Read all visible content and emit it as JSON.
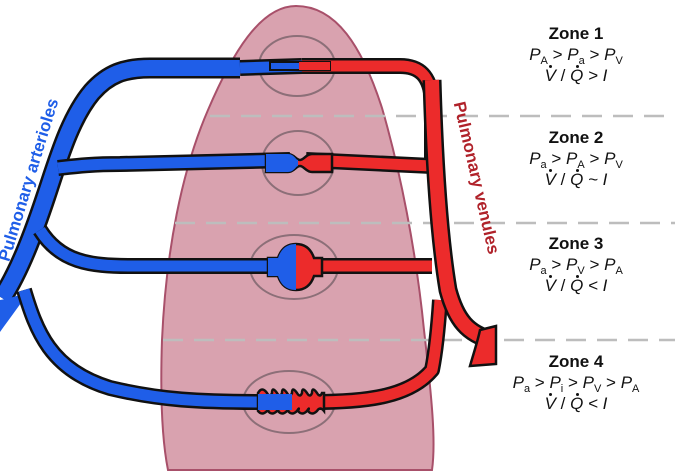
{
  "labels": {
    "arterioles": "Pulmonary arterioles",
    "venules": "Pulmonary venules"
  },
  "zones": [
    {
      "title": "Zone 1",
      "pressure": [
        [
          "P",
          "A"
        ],
        [
          ">"
        ],
        [
          "P",
          "a"
        ],
        [
          ">"
        ],
        [
          "P",
          "V"
        ]
      ],
      "vq": {
        "v": "V",
        "q": "Q",
        "rel": "> I"
      }
    },
    {
      "title": "Zone 2",
      "pressure": [
        [
          "P",
          "a"
        ],
        [
          ">"
        ],
        [
          "P",
          "A"
        ],
        [
          ">"
        ],
        [
          "P",
          "V"
        ]
      ],
      "vq": {
        "v": "V",
        "q": "Q",
        "rel": "~ I"
      }
    },
    {
      "title": "Zone 3",
      "pressure": [
        [
          "P",
          "a"
        ],
        [
          ">"
        ],
        [
          "P",
          "V"
        ],
        [
          ">"
        ],
        [
          "P",
          "A"
        ]
      ],
      "vq": {
        "v": "V",
        "q": "Q",
        "rel": "< I"
      }
    },
    {
      "title": "Zone 4",
      "pressure": [
        [
          "P",
          "a"
        ],
        [
          ">"
        ],
        [
          "P",
          "i"
        ],
        [
          ">"
        ],
        [
          "P",
          "V"
        ],
        [
          ">"
        ],
        [
          "P",
          "A"
        ]
      ],
      "vq": {
        "v": "V",
        "q": "Q",
        "rel": "< I"
      }
    }
  ],
  "colors": {
    "lung": "#d9a2af",
    "lung_edge": "#a8506a",
    "arterial": "#1f5ee8",
    "venous": "#ec2b2b",
    "outline": "#111111",
    "divider": "#bdbdbd",
    "capillary_ring": "#8c6f78",
    "arterioles_label": "#1f5ee8",
    "venules_label": "#b0222a"
  }
}
